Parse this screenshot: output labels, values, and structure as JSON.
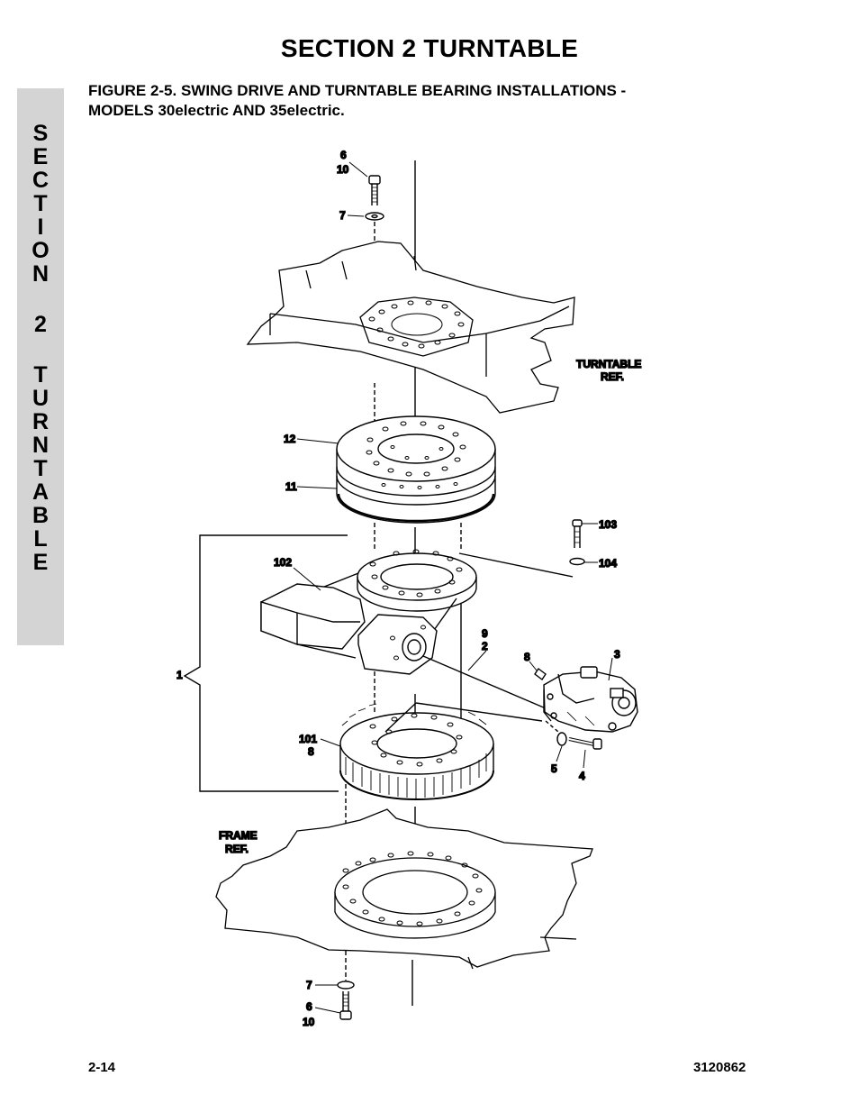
{
  "header": {
    "section_title": "SECTION 2  TURNTABLE"
  },
  "figure": {
    "caption_line1": "FIGURE 2-5.   SWING DRIVE AND TURNTABLE BEARING INSTALLATIONS -",
    "caption_line2": "MODELS 30electric AND 35electric."
  },
  "side_tab": {
    "letters": [
      "S",
      "E",
      "C",
      "T",
      "I",
      "O",
      "N",
      "2",
      "T",
      "U",
      "R",
      "N",
      "T",
      "A",
      "B",
      "L",
      "E"
    ]
  },
  "callouts": {
    "top_6": "6",
    "top_10": "10",
    "top_7": "7",
    "turntable_ref_1": "TURNTABLE",
    "turntable_ref_2": "REF.",
    "c12": "12",
    "c11": "11",
    "c103": "103",
    "c104": "104",
    "c102": "102",
    "c9": "9",
    "c2": "2",
    "c8a": "8",
    "c3": "3",
    "c1": "1",
    "c101": "101",
    "c8b": "8",
    "c5": "5",
    "c4": "4",
    "frame_ref_1": "FRAME",
    "frame_ref_2": "REF.",
    "bot_7": "7",
    "bot_6": "6",
    "bot_10": "10"
  },
  "footer": {
    "page_number": "2-14",
    "doc_number": "3120862"
  }
}
